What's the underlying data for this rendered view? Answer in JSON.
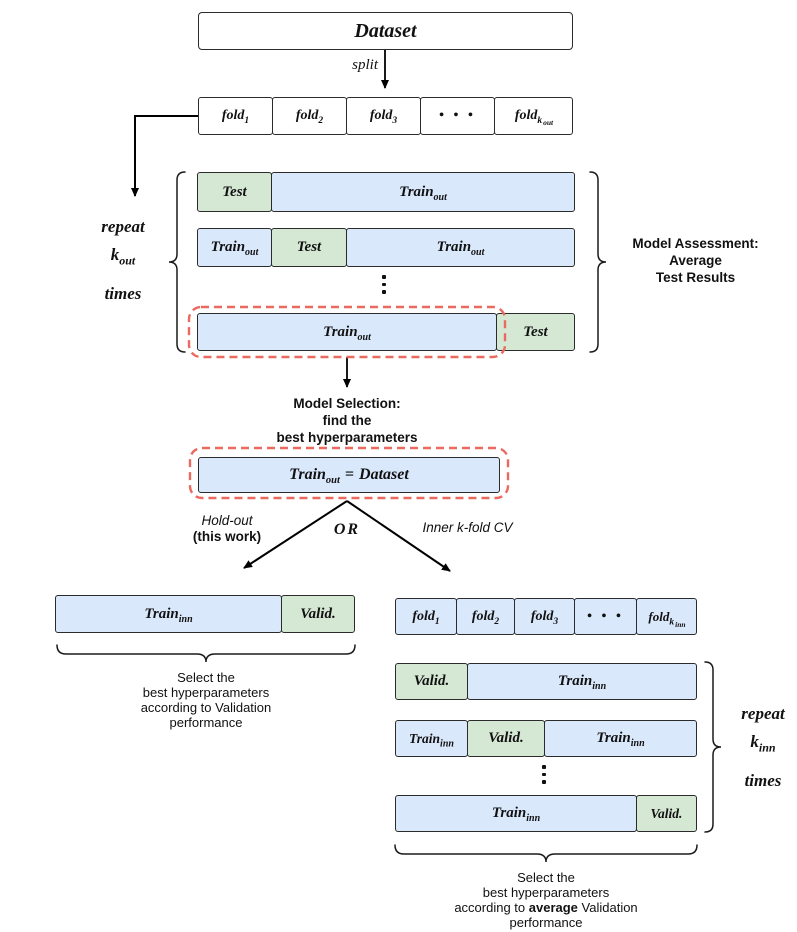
{
  "colors": {
    "train_fill": "#dae8fc",
    "holdout_fill": "#d5e8d4",
    "outer_fold_fill": "#ffffff",
    "box_border": "#2b2b2b",
    "dashed_highlight": "#ea6a5f",
    "arrow": "#000000"
  },
  "top": {
    "dataset_label": "Dataset",
    "split_label": "split",
    "folds": [
      {
        "base": "fold",
        "sub": "1"
      },
      {
        "base": "fold",
        "sub": "2"
      },
      {
        "base": "fold",
        "sub": "3"
      },
      {
        "dots": "• • •"
      },
      {
        "base": "fold",
        "sub": "k",
        "subsub": "out"
      }
    ]
  },
  "outer": {
    "repeat": {
      "l1": "repeat",
      "k": "k",
      "ksub": "out",
      "l3": "times"
    },
    "rows": [
      {
        "cells": [
          {
            "base": "Test"
          },
          {
            "base": "Train",
            "sub": "out"
          }
        ]
      },
      {
        "cells": [
          {
            "base": "Train",
            "sub": "out"
          },
          {
            "base": "Test"
          },
          {
            "base": "Train",
            "sub": "out"
          }
        ]
      },
      {
        "cells": [
          {
            "base": "Train",
            "sub": "out"
          },
          {
            "base": "Test"
          }
        ]
      }
    ],
    "assessment": {
      "l1": "Model Assessment:",
      "l2": "Average",
      "l3": "Test Results"
    }
  },
  "selection": {
    "l1": "Model Selection:",
    "l2": "find the",
    "l3": "best hyperparameters",
    "box": {
      "base": "Train",
      "sub": "out",
      "eq": "=",
      "rhs": "Dataset"
    }
  },
  "branch": {
    "holdout_l1": "Hold-out",
    "holdout_l2": "(this work)",
    "or": "OR",
    "inner_label": "Inner k-fold CV"
  },
  "holdout": {
    "row": {
      "cells": [
        {
          "base": "Train",
          "sub": "inn"
        },
        {
          "base": "Valid."
        }
      ]
    },
    "caption": {
      "l1": "Select the",
      "l2": "best hyperparameters",
      "l3": "according to Validation",
      "l4": "performance"
    }
  },
  "inner": {
    "folds": [
      {
        "base": "fold",
        "sub": "1"
      },
      {
        "base": "fold",
        "sub": "2"
      },
      {
        "base": "fold",
        "sub": "3"
      },
      {
        "dots": "• • •"
      },
      {
        "base": "fold",
        "sub": "k",
        "subsub": "inn"
      }
    ],
    "rows": [
      {
        "cells": [
          {
            "base": "Valid."
          },
          {
            "base": "Train",
            "sub": "inn"
          }
        ]
      },
      {
        "cells": [
          {
            "base": "Train",
            "sub": "inn"
          },
          {
            "base": "Valid."
          },
          {
            "base": "Train",
            "sub": "inn"
          }
        ]
      },
      {
        "cells": [
          {
            "base": "Train",
            "sub": "inn"
          },
          {
            "base": "Valid."
          }
        ]
      }
    ],
    "repeat": {
      "l1": "repeat",
      "k": "k",
      "ksub": "inn",
      "l3": "times"
    },
    "caption": {
      "l1": "Select the",
      "l2": "best hyperparameters",
      "l3a": "according to ",
      "l3b": "average",
      "l3c": " Validation",
      "l4": "performance"
    }
  }
}
